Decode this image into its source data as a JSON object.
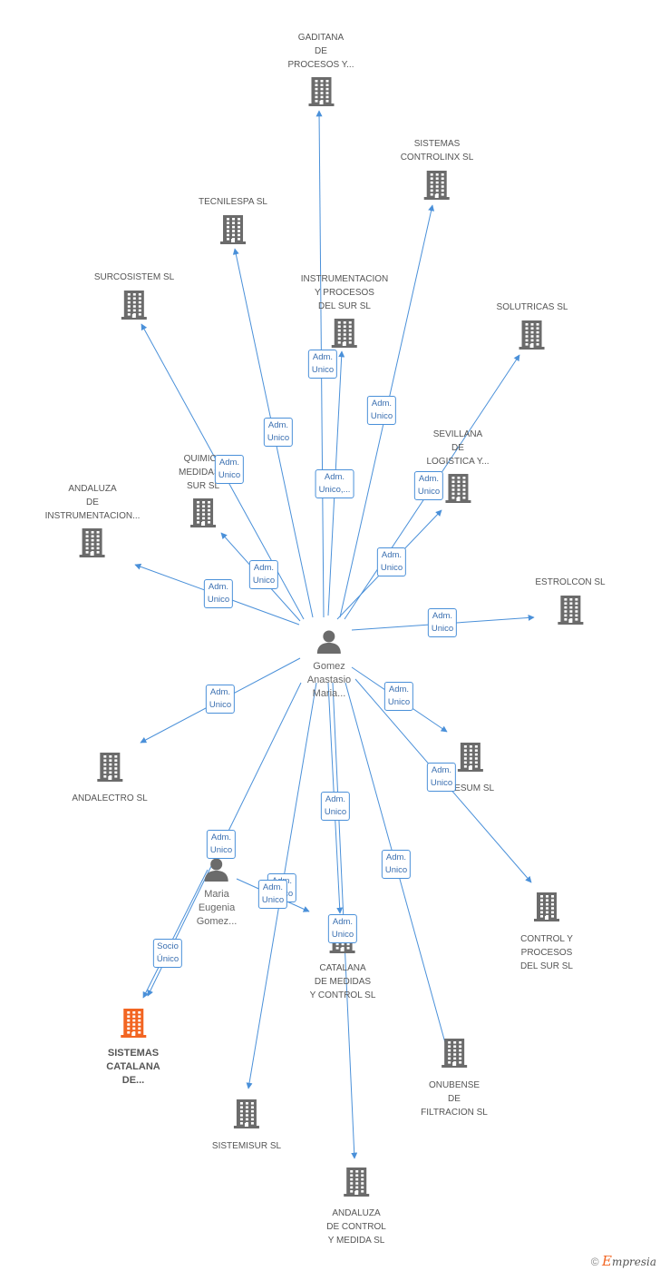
{
  "colors": {
    "edge": "#4a90d9",
    "building": "#6b6b6b",
    "main_building": "#f26522",
    "person": "#6b6b6b"
  },
  "persons": [
    {
      "id": "p1",
      "lines": [
        "Gomez",
        "Anastasio",
        "Maria..."
      ],
      "icon": "person-icon"
    },
    {
      "id": "p2",
      "lines": [
        "Maria",
        "Eugenia",
        "Gomez..."
      ],
      "icon": "person-icon"
    }
  ],
  "companies": [
    {
      "id": "c1",
      "lines": [
        "GADITANA",
        "DE",
        "PROCESOS Y..."
      ]
    },
    {
      "id": "c2",
      "lines": [
        "SISTEMAS",
        "CONTROLINX SL"
      ]
    },
    {
      "id": "c3",
      "lines": [
        "TECNILESPA SL"
      ]
    },
    {
      "id": "c4",
      "lines": [
        "SURCOSISTEM SL"
      ]
    },
    {
      "id": "c5",
      "lines": [
        "INSTRUMENTACION",
        "Y PROCESOS",
        "DEL SUR SL"
      ]
    },
    {
      "id": "c6",
      "lines": [
        "SOLUTRICAS SL"
      ]
    },
    {
      "id": "c7",
      "lines": [
        "SEVILLANA",
        "DE",
        "LOGISTICA Y..."
      ]
    },
    {
      "id": "c8",
      "lines": [
        "QUIMICA",
        "MEDIDAS...",
        "SUR SL"
      ]
    },
    {
      "id": "c9",
      "lines": [
        "ANDALUZA",
        "DE",
        "INSTRUMENTACION..."
      ]
    },
    {
      "id": "c10",
      "lines": [
        "ESTROLCON SL"
      ]
    },
    {
      "id": "c11",
      "lines": [
        "ANDALECTRO SL"
      ]
    },
    {
      "id": "c12",
      "lines": [
        "...ESUM SL"
      ]
    },
    {
      "id": "c13",
      "lines": [
        "CONTROL Y",
        "PROCESOS",
        "DEL SUR SL"
      ]
    },
    {
      "id": "c14",
      "lines": [
        "CATALANA",
        "DE MEDIDAS",
        "Y CONTROL SL"
      ]
    },
    {
      "id": "c15",
      "lines": [
        "SISTEMAS",
        "CATALANA",
        "DE..."
      ],
      "main": true
    },
    {
      "id": "c16",
      "lines": [
        "ONUBENSE",
        "DE",
        "FILTRACION SL"
      ]
    },
    {
      "id": "c17",
      "lines": [
        "SISTEMISUR SL"
      ]
    },
    {
      "id": "c18",
      "lines": [
        "ANDALUZA",
        "DE CONTROL",
        "Y MEDIDA SL"
      ]
    }
  ],
  "edges": [
    {
      "id": "e1",
      "label": [
        "Adm.",
        "Unico"
      ]
    },
    {
      "id": "e2",
      "label": [
        "Adm.",
        "Unico"
      ]
    },
    {
      "id": "e3",
      "label": [
        "Adm.",
        "Unico"
      ]
    },
    {
      "id": "e4",
      "label": [
        "Adm.",
        "Unico"
      ]
    },
    {
      "id": "e5",
      "label": [
        "Adm.",
        "Unico,..."
      ]
    },
    {
      "id": "e6",
      "label": [
        "Adm.",
        "Unico"
      ]
    },
    {
      "id": "e7",
      "label": [
        "Adm.",
        "Unico"
      ]
    },
    {
      "id": "e8",
      "label": [
        "Adm.",
        "Unico"
      ]
    },
    {
      "id": "e9",
      "label": [
        "Adm.",
        "Unico"
      ]
    },
    {
      "id": "e10",
      "label": [
        "Adm.",
        "Unico"
      ]
    },
    {
      "id": "e11",
      "label": [
        "Adm.",
        "Unico"
      ]
    },
    {
      "id": "e12",
      "label": [
        "Adm.",
        "Unico"
      ]
    },
    {
      "id": "e13",
      "label": [
        "Adm.",
        "Unico"
      ]
    },
    {
      "id": "e14",
      "label": [
        "Adm.",
        "Unico"
      ]
    },
    {
      "id": "e15",
      "label": [
        "Adm.",
        "Unico"
      ]
    },
    {
      "id": "e16",
      "label": [
        "Adm.",
        "Unico"
      ]
    },
    {
      "id": "e17",
      "label": [
        "Adm.",
        "Unico"
      ]
    },
    {
      "id": "e18",
      "label": [
        "Socio",
        "Único"
      ]
    },
    {
      "id": "e19",
      "label": [
        "Adm.",
        "Unico"
      ]
    },
    {
      "id": "e20",
      "label": [
        "Adm.",
        "Unico"
      ]
    }
  ],
  "footer": {
    "copyright": "©",
    "brand_e": "E",
    "brand_rest": "mpresia"
  }
}
